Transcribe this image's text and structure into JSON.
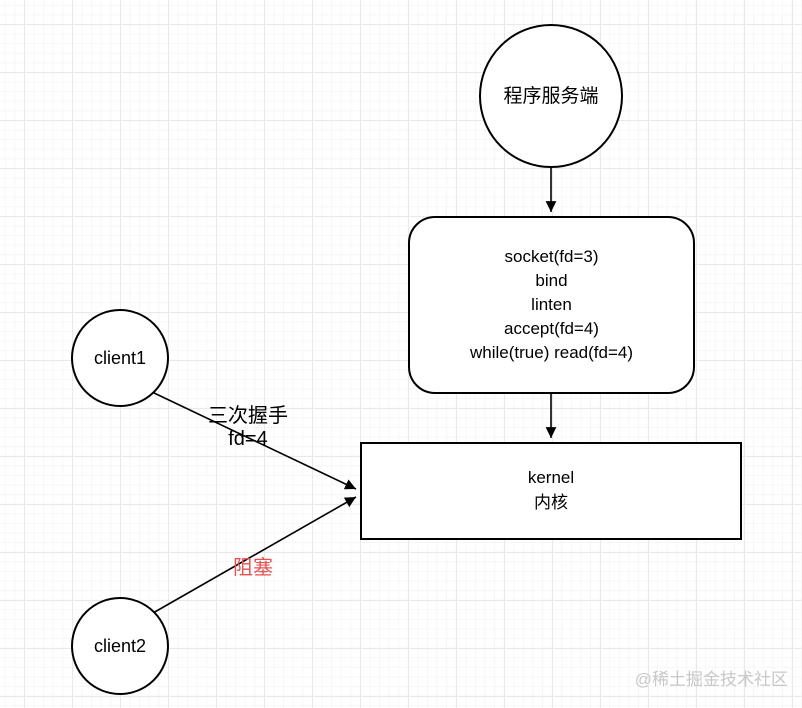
{
  "diagram": {
    "title_hint": "blocking socket server flow",
    "nodes": {
      "server": {
        "label": "程序服务端"
      },
      "process": {
        "lines": [
          "socket(fd=3)",
          "bind",
          "linten",
          "accept(fd=4)",
          "while(true) read(fd=4)"
        ]
      },
      "kernel": {
        "lines": [
          "kernel",
          "内核"
        ]
      },
      "client1": {
        "label": "client1"
      },
      "client2": {
        "label": "client2"
      }
    },
    "edge_labels": {
      "handshake": {
        "lines": [
          "三次握手",
          "fd=4"
        ]
      },
      "blocked": {
        "label": "阻塞"
      }
    },
    "colors": {
      "shape_stroke": "#000000",
      "shape_fill": "#ffffff",
      "text": "#000000",
      "blocked_label": "#e85252",
      "grid_major": "#e9e9e9",
      "grid_minor": "#f7f6f6",
      "watermark": "#c8c8c8"
    }
  },
  "watermark": {
    "text": "@稀土掘金技术社区"
  }
}
